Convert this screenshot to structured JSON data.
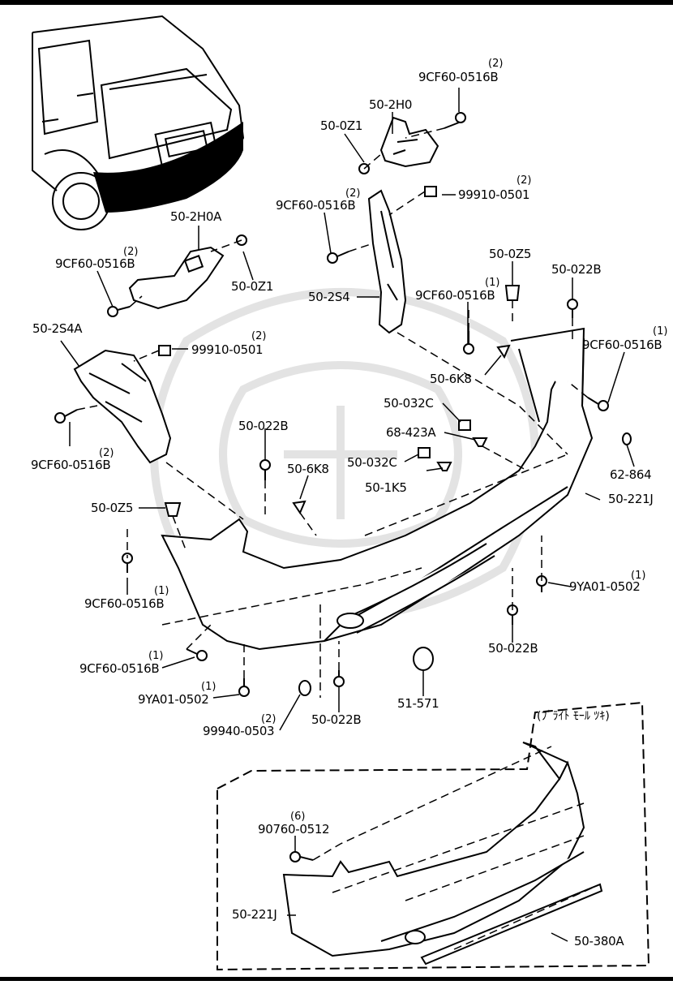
{
  "labels": {
    "l_9cf60_top": "9CF60-0516B",
    "q_9cf60_top": "(2)",
    "l_50_2h0": "50-2H0",
    "l_50_0z1_top": "50-0Z1",
    "l_9cf60_mid": "9CF60-0516B",
    "q_9cf60_mid": "(2)",
    "l_99910_top": "99910-0501",
    "q_99910_top": "(2)",
    "l_50_2h0a": "50-2H0A",
    "l_9cf60_left": "9CF60-0516B",
    "q_9cf60_left": "(2)",
    "l_50_0z1_left": "50-0Z1",
    "l_50_2s4": "50-2S4",
    "l_50_0z5_right": "50-0Z5",
    "l_9cf60_c1": "9CF60-0516B",
    "q_9cf60_c1": "(1)",
    "l_50_022b_tr": "50-022B",
    "l_9cf60_r1": "9CF60-0516B",
    "q_9cf60_r1": "(1)",
    "l_50_2s4a": "50-2S4A",
    "l_99910_left": "99910-0501",
    "q_99910_left": "(2)",
    "l_50_6k8_right": "50-6K8",
    "l_50_032c_a": "50-032C",
    "l_68_423a": "68-423A",
    "l_50_022b_mid": "50-022B",
    "l_9cf60_ll": "9CF60-0516B",
    "q_9cf60_ll": "(2)",
    "l_50_6k8_mid": "50-6K8",
    "l_50_032c_b": "50-032C",
    "l_62_864": "62-864",
    "l_50_1k5": "50-1K5",
    "l_50_0z5_left": "50-0Z5",
    "l_50_221j": "50-221J",
    "l_9ya01_r": "9YA01-0502",
    "q_9ya01_r": "(1)",
    "l_9cf60_b1": "9CF60-0516B",
    "q_9cf60_b1": "(1)",
    "l_50_022b_br": "50-022B",
    "l_9cf60_b2": "9CF60-0516B",
    "q_9cf60_b2": "(1)",
    "l_9ya01_b": "9YA01-0502",
    "q_9ya01_b": "(1)",
    "l_51_571": "51-571",
    "l_99940": "99940-0503",
    "q_99940": "(2)",
    "l_50_022b_bot": "50-022B",
    "note_inset": "(ﾌﾞﾗｲﾄ ﾓｰﾙ ﾂｷ)",
    "l_90760": "90760-0512",
    "q_90760": "(6)",
    "l_50_221j_inset": "50-221J",
    "l_50_380a": "50-380A"
  }
}
